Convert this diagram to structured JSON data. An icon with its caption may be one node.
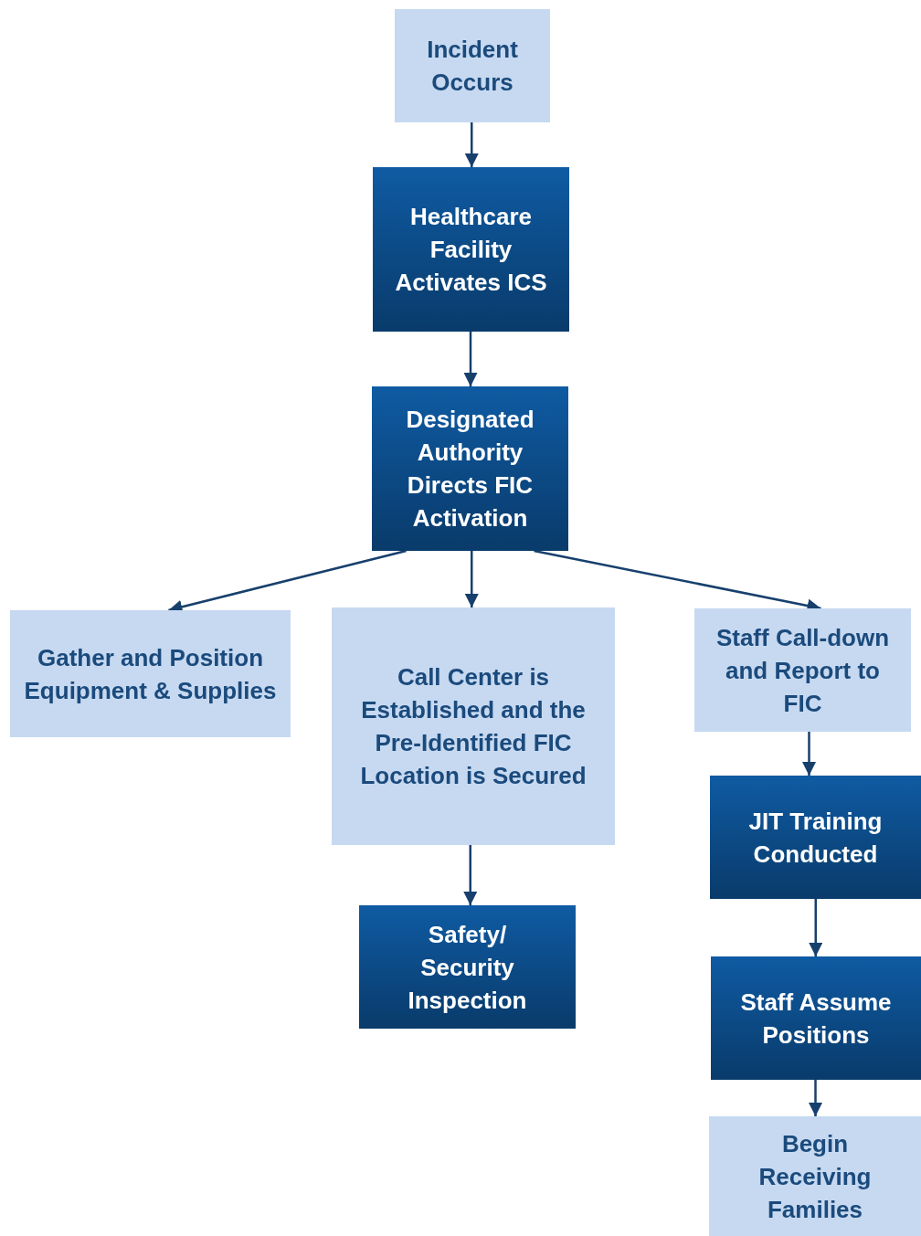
{
  "diagram": {
    "nodes": [
      {
        "text": [
          "Incident Occurs"
        ]
      },
      {
        "text": [
          "Healthcare Facility Activates ICS"
        ]
      },
      {
        "text": [
          "Designated Authority Directs FIC Activation"
        ]
      },
      {
        "text": [
          "Gather and Position Equipment & Supplies"
        ]
      },
      {
        "text": [
          "Call Center is Established and the Pre-Identified FIC Location is Secured"
        ]
      },
      {
        "text": [
          "Staff Call-down and Report to FIC"
        ]
      },
      {
        "text": [
          "Safety/ Security Inspection"
        ]
      },
      {
        "text": [
          "JIT Training Conducted"
        ]
      },
      {
        "text": [
          "Staff Assume Positions"
        ]
      },
      {
        "text": [
          "Begin Receiving Families"
        ]
      }
    ],
    "edges": [
      {
        "from": 0,
        "to": 1,
        "arrow": "to"
      },
      {
        "from": 1,
        "to": 2,
        "arrow": "to"
      },
      {
        "from": 2,
        "to": 3,
        "arrow": "to"
      },
      {
        "from": 2,
        "to": 4,
        "arrow": "to"
      },
      {
        "from": 2,
        "to": 5,
        "arrow": "to"
      },
      {
        "from": 4,
        "to": 6,
        "arrow": "to"
      },
      {
        "from": 5,
        "to": 7,
        "arrow": "to"
      },
      {
        "from": 7,
        "to": 8,
        "arrow": "to"
      },
      {
        "from": 8,
        "to": 9,
        "arrow": "to"
      }
    ]
  }
}
